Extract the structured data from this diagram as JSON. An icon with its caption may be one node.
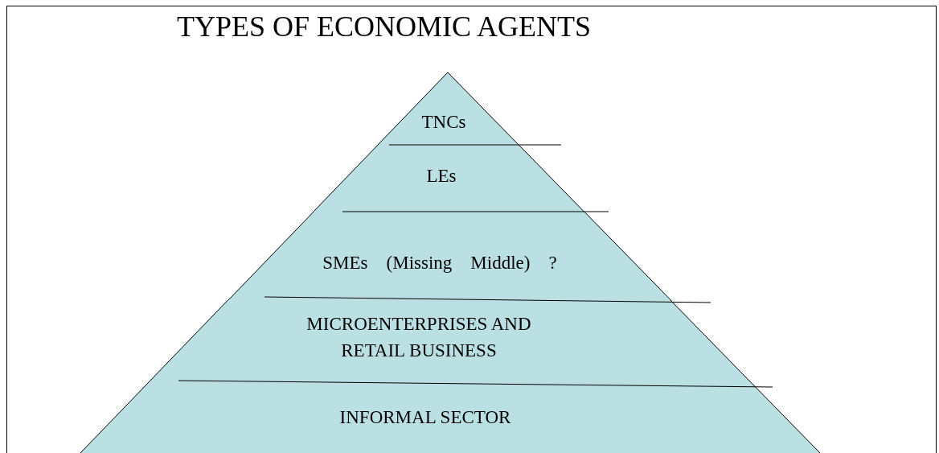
{
  "diagram": {
    "title": "TYPES OF ECONOMIC AGENTS",
    "nodes": [
      {
        "text": [
          "TNCs"
        ]
      },
      {
        "text": [
          "LEs"
        ]
      },
      {
        "text": [
          "SMEs (Missing Middle) ?"
        ]
      },
      {
        "text": [
          "MICROENTERPRISES AND RETAIL BUSINESS"
        ]
      },
      {
        "text": [
          "INFORMAL SECTOR"
        ]
      }
    ]
  }
}
